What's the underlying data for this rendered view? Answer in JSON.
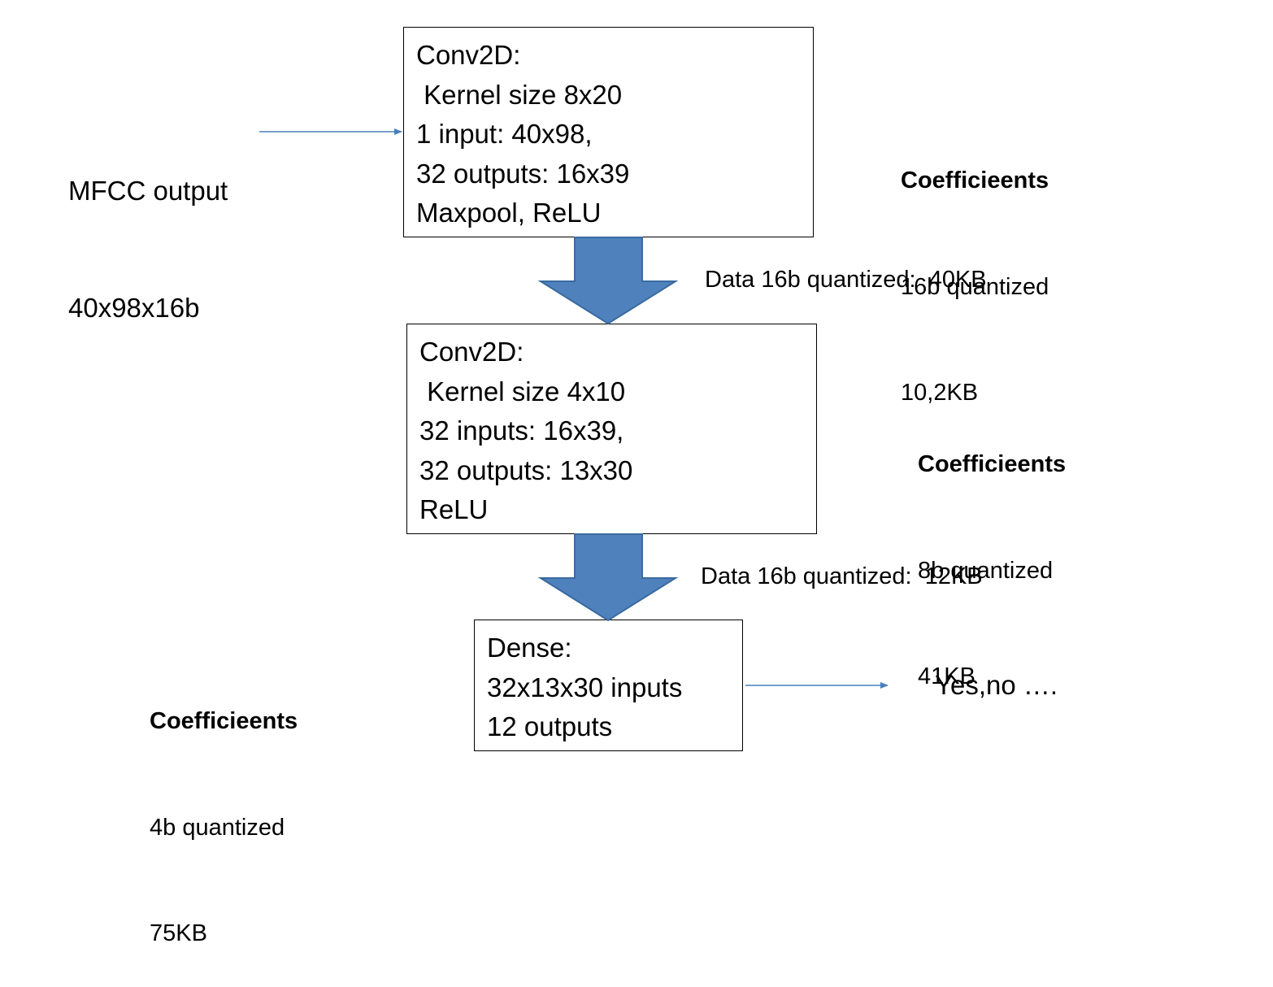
{
  "input_label": {
    "lines": [
      "MFCC output",
      "40x98x16b"
    ]
  },
  "layers": [
    {
      "lines": [
        "Conv2D:",
        " Kernel size 8x20",
        "1 input: 40x98,",
        "32 outputs: 16x39",
        "Maxpool, ReLU"
      ]
    },
    {
      "lines": [
        "Conv2D:",
        " Kernel size 4x10",
        "32 inputs: 16x39,",
        "32 outputs: 13x30",
        "ReLU"
      ]
    },
    {
      "lines": [
        "Dense:",
        "32x13x30 inputs",
        "12 outputs"
      ]
    }
  ],
  "coefficients": [
    {
      "title": "Coefficieents",
      "quant": "16b quantized",
      "size": "10,2KB"
    },
    {
      "title": "Coefficieents",
      "quant": "8b quantized",
      "size": "41KB"
    },
    {
      "title": "Coefficieents",
      "quant": "4b quantized",
      "size": "75KB"
    }
  ],
  "data_labels": [
    "Data 16b quantized:  40KB",
    "Data 16b quantized:  12KB"
  ],
  "output_label": "Yes,no ….",
  "colors": {
    "arrow_fill": "#4f81bd",
    "arrow_stroke": "#3a6a9f",
    "connector": "#4a7ebb"
  }
}
